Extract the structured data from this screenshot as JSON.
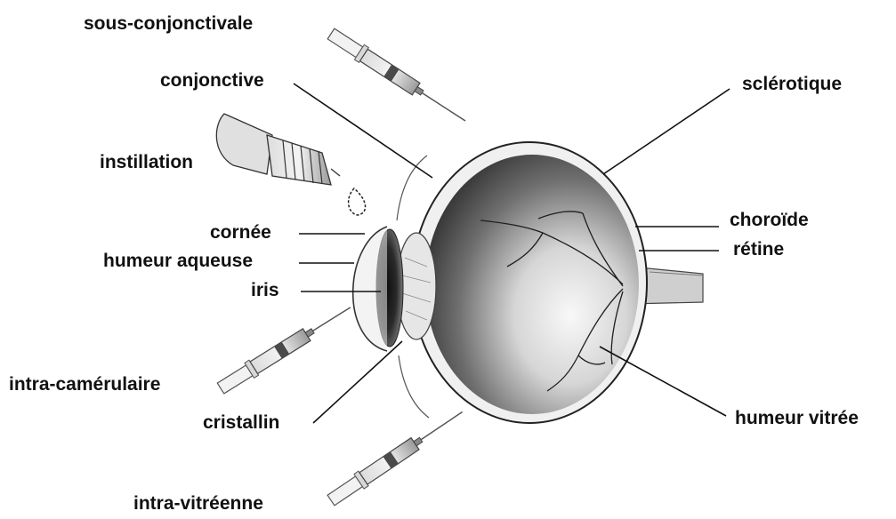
{
  "labels": {
    "sous_conjonctivale": "sous-conjonctivale",
    "conjonctive": "conjonctive",
    "instillation": "instillation",
    "cornee": "cornée",
    "humeur_aqueuse": "humeur aqueuse",
    "iris": "iris",
    "intra_camerulaire": "intra-camérulaire",
    "cristallin": "cristallin",
    "intra_vitreenne": "intra-vitréenne",
    "sclerotique": "sclérotique",
    "choroide": "choroïde",
    "retine": "rétine",
    "humeur_vitree": "humeur vitrée"
  },
  "colors": {
    "text": "#111111",
    "leader_line": "#111111",
    "eye_shadow": "#3a3a3a",
    "eye_light": "#f2f2f2",
    "iris_dark": "#1c1c1c",
    "syringe": "#8a8a8a"
  },
  "icons": [
    "syringe-icon",
    "eye-dropper-icon",
    "drop-icon"
  ]
}
